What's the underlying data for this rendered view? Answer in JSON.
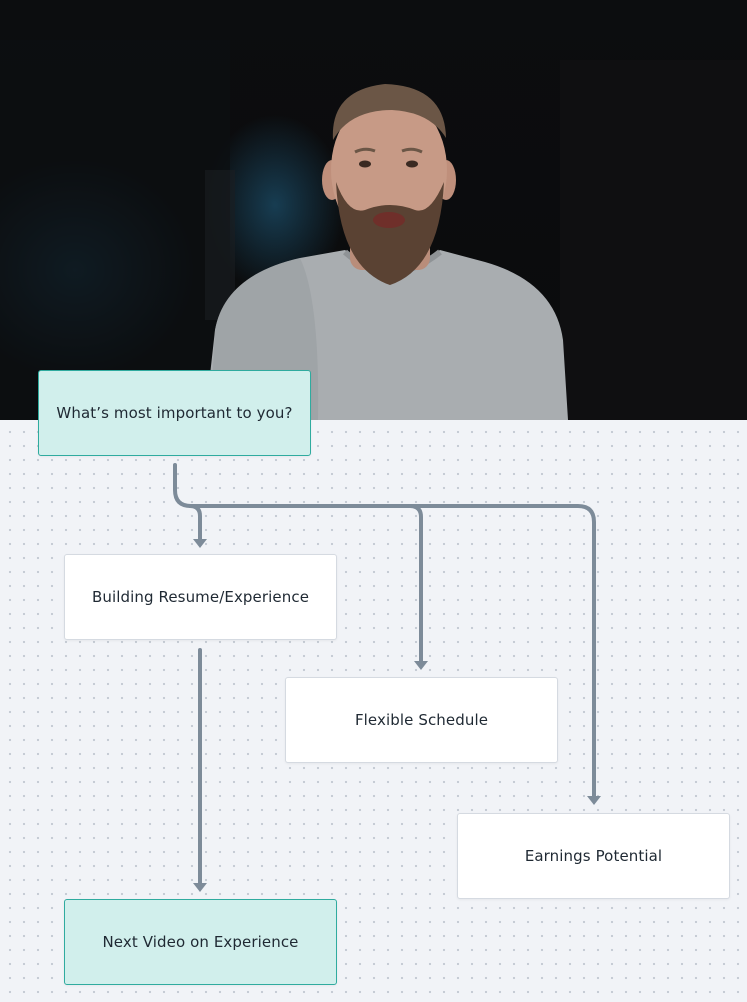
{
  "diagram": {
    "question": "What’s most important to you?",
    "options": {
      "resume": "Building Resume/Experience",
      "flexible": "Flexible Schedule",
      "earnings": "Earnings Potential"
    },
    "next": "Next Video on Experience"
  },
  "colors": {
    "teal_fill": "#d1efec",
    "teal_border": "#2fab9f",
    "connector": "#7d8b99",
    "canvas": "#f1f3f7"
  },
  "video": {
    "subject": "man with beard in grey t-shirt speaking to camera"
  }
}
